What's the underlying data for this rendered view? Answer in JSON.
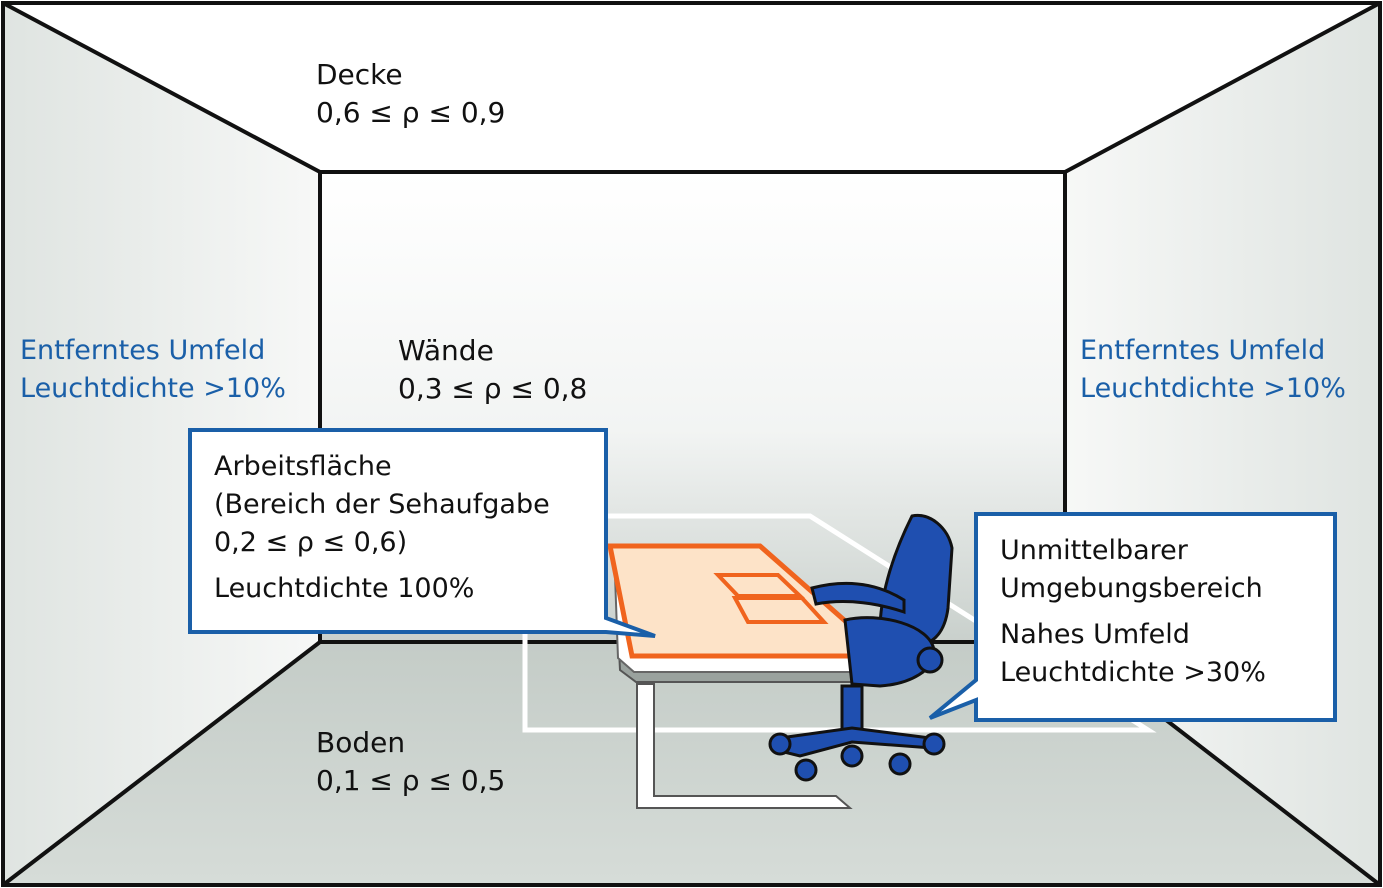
{
  "labels": {
    "ceiling": {
      "name": "Decke",
      "range": "0,6 ≤ ρ ≤ 0,9"
    },
    "walls": {
      "name": "Wände",
      "range": "0,3 ≤ ρ ≤ 0,8"
    },
    "floor": {
      "name": "Boden",
      "range": "0,1 ≤ ρ ≤ 0,5"
    },
    "far_left": {
      "line1": "Entferntes Umfeld",
      "line2": "Leuchtdichte >10%"
    },
    "far_right": {
      "line1": "Entferntes Umfeld",
      "line2": "Leuchtdichte >10%"
    }
  },
  "callouts": {
    "work_area": {
      "line1": "Arbeitsfläche",
      "line2": "(Bereich der Sehaufgabe",
      "line3": "0,2 ≤ ρ ≤ 0,6)",
      "line4": "Leuchtdichte 100%"
    },
    "near_area": {
      "line1": "Unmittelbarer",
      "line2": "Umgebungsbereich",
      "line3": "Nahes Umfeld",
      "line4": "Leuchtdichte >30%"
    }
  },
  "colors": {
    "label_blue": "#1a5fa8",
    "callout_border": "#1a5fa8",
    "desk_orange": "#f0641e",
    "desk_fill": "#fde3c8",
    "chair_blue": "#1f4fb0",
    "wall_gray": "#cfd6d2"
  }
}
